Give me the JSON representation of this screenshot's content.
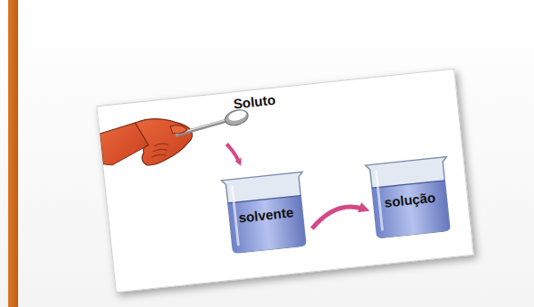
{
  "diagram": {
    "nodes": [
      {
        "text": [
          "solvente"
        ]
      },
      {
        "text": [
          "solução"
        ]
      }
    ],
    "edges": [
      {
        "from": 0,
        "to": 1,
        "arrow": "to"
      }
    ],
    "labels": [
      "Soluto"
    ]
  }
}
